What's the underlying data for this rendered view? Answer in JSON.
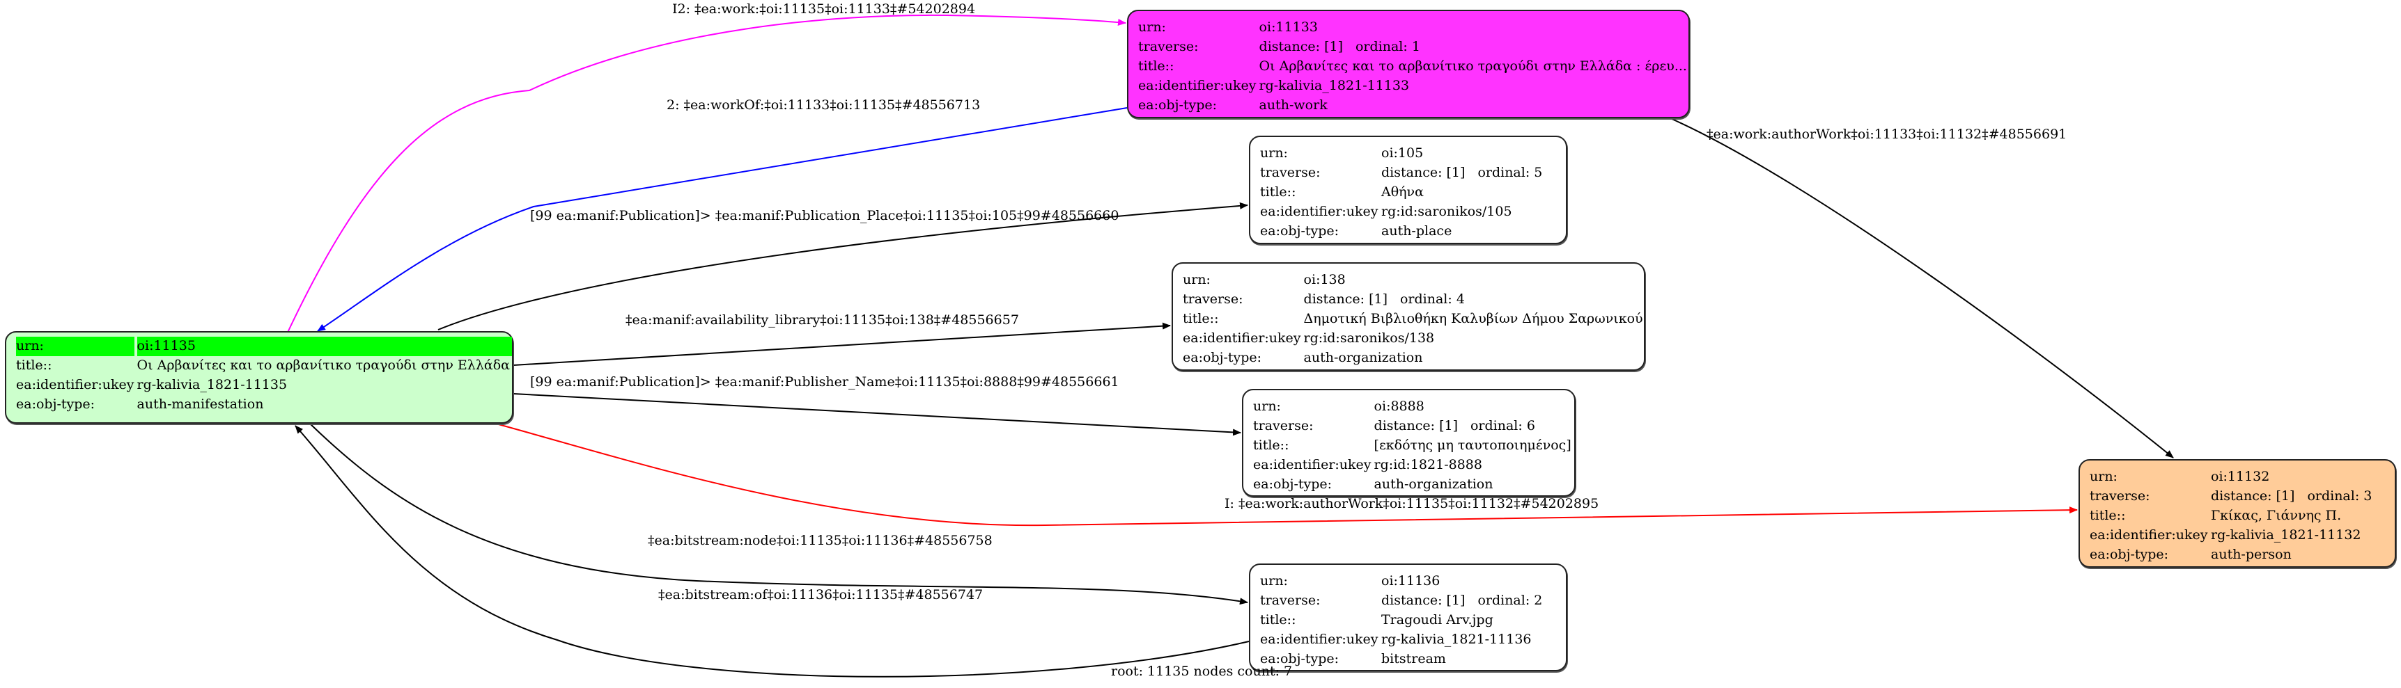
{
  "graph": {
    "footer": "root: 11135 nodes count: 7",
    "colors": {
      "root_fill": "#ccffcc",
      "root_header": "#00ff00",
      "work_fill": "#ff33ff",
      "person_fill": "#ffcc99",
      "default_fill": "#ffffff",
      "edge_work": "#ff00ff",
      "edge_workOf": "#0000ff",
      "edge_authorWork": "#ff0000",
      "edge_default": "#000000"
    },
    "nodes": [
      {
        "id": "11135",
        "role": "root",
        "rows": [
          {
            "key": "urn:",
            "value": "oi:11135"
          },
          {
            "key": "title::",
            "value": "Οι Αρβανίτες και το αρβανίτικο τραγούδι στην Ελλάδα"
          },
          {
            "key": "ea:identifier:ukey",
            "value": "rg-kalivia_1821-11135"
          },
          {
            "key": "ea:obj-type:",
            "value": "auth-manifestation"
          }
        ]
      },
      {
        "id": "11133",
        "role": "work",
        "rows": [
          {
            "key": "urn:",
            "value": "oi:11133"
          },
          {
            "key": "traverse:",
            "value": "distance: [1]",
            "value2": "ordinal: 1"
          },
          {
            "key": "title::",
            "value": "Οι Αρβανίτες και το αρβανίτικο τραγούδι στην Ελλάδα : έρευ..."
          },
          {
            "key": "ea:identifier:ukey",
            "value": "rg-kalivia_1821-11133"
          },
          {
            "key": "ea:obj-type:",
            "value": "auth-work"
          }
        ]
      },
      {
        "id": "105",
        "role": "place",
        "rows": [
          {
            "key": "urn:",
            "value": "oi:105"
          },
          {
            "key": "traverse:",
            "value": "distance: [1]",
            "value2": "ordinal: 5"
          },
          {
            "key": "title::",
            "value": "Αθήνα"
          },
          {
            "key": "ea:identifier:ukey",
            "value": "rg:id:saronikos/105"
          },
          {
            "key": "ea:obj-type:",
            "value": "auth-place"
          }
        ]
      },
      {
        "id": "138",
        "role": "organization",
        "rows": [
          {
            "key": "urn:",
            "value": "oi:138"
          },
          {
            "key": "traverse:",
            "value": "distance: [1]",
            "value2": "ordinal: 4"
          },
          {
            "key": "title::",
            "value": "Δημοτική Βιβλιοθήκη Καλυβίων Δήμου Σαρωνικού"
          },
          {
            "key": "ea:identifier:ukey",
            "value": "rg:id:saronikos/138"
          },
          {
            "key": "ea:obj-type:",
            "value": "auth-organization"
          }
        ]
      },
      {
        "id": "8888",
        "role": "organization",
        "rows": [
          {
            "key": "urn:",
            "value": "oi:8888"
          },
          {
            "key": "traverse:",
            "value": "distance: [1]",
            "value2": "ordinal: 6"
          },
          {
            "key": "title::",
            "value": "[εκδότης μη ταυτοποιημένος]"
          },
          {
            "key": "ea:identifier:ukey",
            "value": "rg:id:1821-8888"
          },
          {
            "key": "ea:obj-type:",
            "value": "auth-organization"
          }
        ]
      },
      {
        "id": "11136",
        "role": "bitstream",
        "rows": [
          {
            "key": "urn:",
            "value": "oi:11136"
          },
          {
            "key": "traverse:",
            "value": "distance: [1]",
            "value2": "ordinal: 2"
          },
          {
            "key": "title::",
            "value": "Tragoudi Arv.jpg"
          },
          {
            "key": "ea:identifier:ukey",
            "value": "rg-kalivia_1821-11136"
          },
          {
            "key": "ea:obj-type:",
            "value": "bitstream"
          }
        ]
      },
      {
        "id": "11132",
        "role": "person",
        "rows": [
          {
            "key": "urn:",
            "value": "oi:11132"
          },
          {
            "key": "traverse:",
            "value": "distance: [1]",
            "value2": "ordinal: 3"
          },
          {
            "key": "title::",
            "value": "Γκίκας, Γιάννης Π."
          },
          {
            "key": "ea:identifier:ukey",
            "value": "rg-kalivia_1821-11132"
          },
          {
            "key": "ea:obj-type:",
            "value": "auth-person"
          }
        ]
      }
    ],
    "edges": [
      {
        "from": "11135",
        "to": "11133",
        "kind": "work",
        "label": "I2: ‡ea:work:‡oi:11135‡oi:11133‡#54202894"
      },
      {
        "from": "11133",
        "to": "11135",
        "kind": "workOf",
        "label": "2: ‡ea:workOf:‡oi:11133‡oi:11135‡#48556713"
      },
      {
        "from": "11135",
        "to": "105",
        "kind": "default",
        "label": "[99 ea:manif:Publication]> ‡ea:manif:Publication_Place‡oi:11135‡oi:105‡99#48556660"
      },
      {
        "from": "11135",
        "to": "138",
        "kind": "default",
        "label": "‡ea:manif:availability_library‡oi:11135‡oi:138‡#48556657"
      },
      {
        "from": "11135",
        "to": "8888",
        "kind": "default",
        "label": "[99 ea:manif:Publication]> ‡ea:manif:Publisher_Name‡oi:11135‡oi:8888‡99#48556661"
      },
      {
        "from": "11135",
        "to": "11132",
        "kind": "authorWork",
        "label": "I: ‡ea:work:authorWork‡oi:11135‡oi:11132‡#54202895"
      },
      {
        "from": "11133",
        "to": "11132",
        "kind": "default",
        "label": "‡ea:work:authorWork‡oi:11133‡oi:11132‡#48556691"
      },
      {
        "from": "11135",
        "to": "11136",
        "kind": "default",
        "label": "‡ea:bitstream:node‡oi:11135‡oi:11136‡#48556758"
      },
      {
        "from": "11136",
        "to": "11135",
        "kind": "default",
        "label": "‡ea:bitstream:of‡oi:11136‡oi:11135‡#48556747"
      }
    ]
  }
}
